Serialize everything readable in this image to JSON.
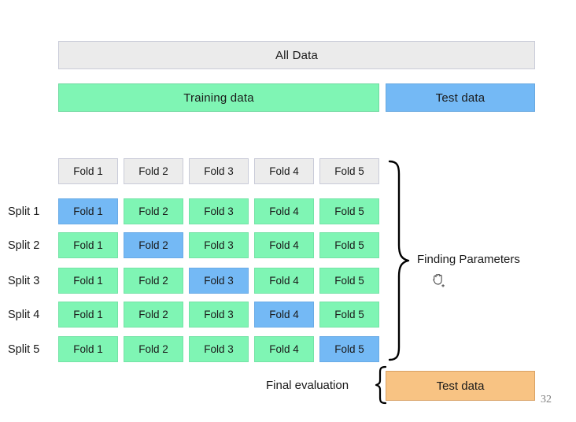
{
  "slide": {
    "page_number": "32"
  },
  "top_bars": {
    "all_data": {
      "label": "All Data",
      "color": "#ebebeb"
    },
    "training_data": {
      "label": "Training data",
      "color": "#7ff5b4"
    },
    "test_data": {
      "label": "Test data",
      "color": "#74b9f5"
    }
  },
  "fold_header": {
    "folds": [
      "Fold 1",
      "Fold 2",
      "Fold 3",
      "Fold 4",
      "Fold 5"
    ]
  },
  "splits": [
    {
      "label": "Split 1",
      "cells": [
        {
          "label": "Fold 1",
          "role": "valid"
        },
        {
          "label": "Fold 2",
          "role": "train"
        },
        {
          "label": "Fold 3",
          "role": "train"
        },
        {
          "label": "Fold 4",
          "role": "train"
        },
        {
          "label": "Fold 5",
          "role": "train"
        }
      ]
    },
    {
      "label": "Split 2",
      "cells": [
        {
          "label": "Fold 1",
          "role": "train"
        },
        {
          "label": "Fold 2",
          "role": "valid"
        },
        {
          "label": "Fold 3",
          "role": "train"
        },
        {
          "label": "Fold 4",
          "role": "train"
        },
        {
          "label": "Fold 5",
          "role": "train"
        }
      ]
    },
    {
      "label": "Split 3",
      "cells": [
        {
          "label": "Fold 1",
          "role": "train"
        },
        {
          "label": "Fold 2",
          "role": "train"
        },
        {
          "label": "Fold 3",
          "role": "valid"
        },
        {
          "label": "Fold 4",
          "role": "train"
        },
        {
          "label": "Fold 5",
          "role": "train"
        }
      ]
    },
    {
      "label": "Split 4",
      "cells": [
        {
          "label": "Fold 1",
          "role": "train"
        },
        {
          "label": "Fold 2",
          "role": "train"
        },
        {
          "label": "Fold 3",
          "role": "train"
        },
        {
          "label": "Fold 4",
          "role": "valid"
        },
        {
          "label": "Fold 5",
          "role": "train"
        }
      ]
    },
    {
      "label": "Split 5",
      "cells": [
        {
          "label": "Fold 1",
          "role": "train"
        },
        {
          "label": "Fold 2",
          "role": "train"
        },
        {
          "label": "Fold 3",
          "role": "train"
        },
        {
          "label": "Fold 4",
          "role": "train"
        },
        {
          "label": "Fold 5",
          "role": "valid"
        }
      ]
    }
  ],
  "annotations": {
    "finding_parameters": "Finding Parameters",
    "final_evaluation": "Final evaluation",
    "final_test_data": "Test data",
    "cursor_icon": "grab-hand-cursor"
  },
  "colors": {
    "train_green": "#7ff5b4",
    "valid_blue": "#74b9f5",
    "header_gray": "#ebebeb",
    "final_orange": "#f8c383"
  }
}
